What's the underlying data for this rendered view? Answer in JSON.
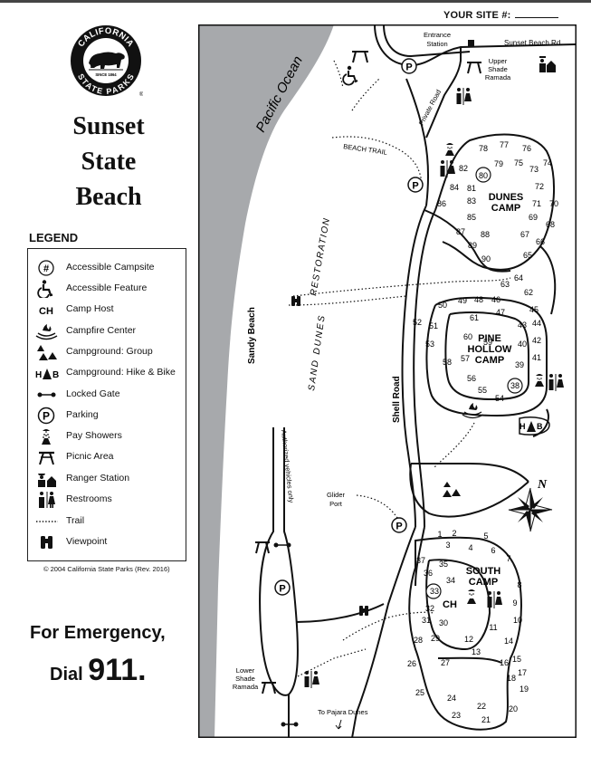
{
  "header": {
    "site_label": "YOUR SITE #:"
  },
  "logo": {
    "top": "CALIFORNIA",
    "bottom": "STATE PARKS",
    "since": "SINCE 1864",
    "reg": "®"
  },
  "park": {
    "line1": "Sunset",
    "line2": "State",
    "line3": "Beach"
  },
  "legend": {
    "title": "LEGEND",
    "items": [
      {
        "icon": "accessible-campsite-icon",
        "label": "Accessible Campsite",
        "glyph": "#"
      },
      {
        "icon": "accessible-feature-icon",
        "label": "Accessible Feature"
      },
      {
        "icon": "camp-host-icon",
        "label": "Camp Host",
        "glyph": "CH"
      },
      {
        "icon": "campfire-center-icon",
        "label": "Campfire Center"
      },
      {
        "icon": "campground-group-icon",
        "label": "Campground: Group"
      },
      {
        "icon": "campground-hike-bike-icon",
        "label": "Campground: Hike & Bike",
        "glyph_h": "H",
        "glyph_b": "B"
      },
      {
        "icon": "locked-gate-icon",
        "label": "Locked Gate"
      },
      {
        "icon": "parking-icon",
        "label": "Parking",
        "glyph": "P"
      },
      {
        "icon": "pay-showers-icon",
        "label": "Pay Showers"
      },
      {
        "icon": "picnic-area-icon",
        "label": "Picnic Area"
      },
      {
        "icon": "ranger-station-icon",
        "label": "Ranger Station"
      },
      {
        "icon": "restrooms-icon",
        "label": "Restrooms"
      },
      {
        "icon": "trail-icon",
        "label": "Trail"
      },
      {
        "icon": "viewpoint-icon",
        "label": "Viewpoint"
      }
    ]
  },
  "copyright": "© 2004 California State Parks (Rev. 2016)",
  "emergency": {
    "line1": "For Emergency,",
    "dial": "Dial",
    "number": "911."
  },
  "map": {
    "ocean_label": "Pacific Ocean",
    "sandy_beach": "Sandy Beach",
    "restoration": "RESTORATION",
    "sand_dunes": "SAND DUNES",
    "beach_trail": "BEACH TRAIL",
    "entrance_station": [
      "Entrance",
      "Station"
    ],
    "sunset_beach_rd": "Sunset Beach Rd.",
    "upper_ramada": [
      "Upper",
      "Shade",
      "Ramada"
    ],
    "private_road": "Private Road",
    "shell_road": "Shell Road",
    "authorized": "Authorized vehicles only",
    "glider_port": [
      "Glider",
      "Port"
    ],
    "lower_ramada": [
      "Lower",
      "Shade",
      "Ramada"
    ],
    "to_pajaro": "To Pajara Dunes",
    "dunes_camp": [
      "DUNES",
      "CAMP"
    ],
    "pine_hollow": [
      "PINE",
      "HOLLOW",
      "CAMP"
    ],
    "south_camp": [
      "SOUTH",
      "CAMP"
    ],
    "ch": "CH",
    "hb_h": "H",
    "hb_b": "B",
    "north": "N",
    "parking": "P",
    "sites_dunes": [
      "78",
      "77",
      "76",
      "74",
      "73",
      "72",
      "71",
      "70",
      "69",
      "68",
      "67",
      "66",
      "65",
      "79",
      "75",
      "80",
      "82",
      "81",
      "84",
      "83",
      "85",
      "86",
      "87",
      "88",
      "89",
      "90"
    ],
    "sites_pine": [
      "64",
      "63",
      "62",
      "45",
      "44",
      "43",
      "42",
      "40",
      "41",
      "39",
      "38",
      "54",
      "55",
      "56",
      "57",
      "58",
      "53",
      "52",
      "51",
      "50",
      "49",
      "48",
      "46",
      "47",
      "61",
      "60",
      "59"
    ],
    "sites_south": [
      "1",
      "2",
      "3",
      "4",
      "5",
      "6",
      "7",
      "8",
      "9",
      "10",
      "11",
      "12",
      "13",
      "14",
      "15",
      "16",
      "17",
      "18",
      "19",
      "20",
      "21",
      "22",
      "23",
      "24",
      "25",
      "26",
      "27",
      "28",
      "29",
      "30",
      "31",
      "32",
      "33",
      "34",
      "35",
      "36",
      "37"
    ]
  }
}
